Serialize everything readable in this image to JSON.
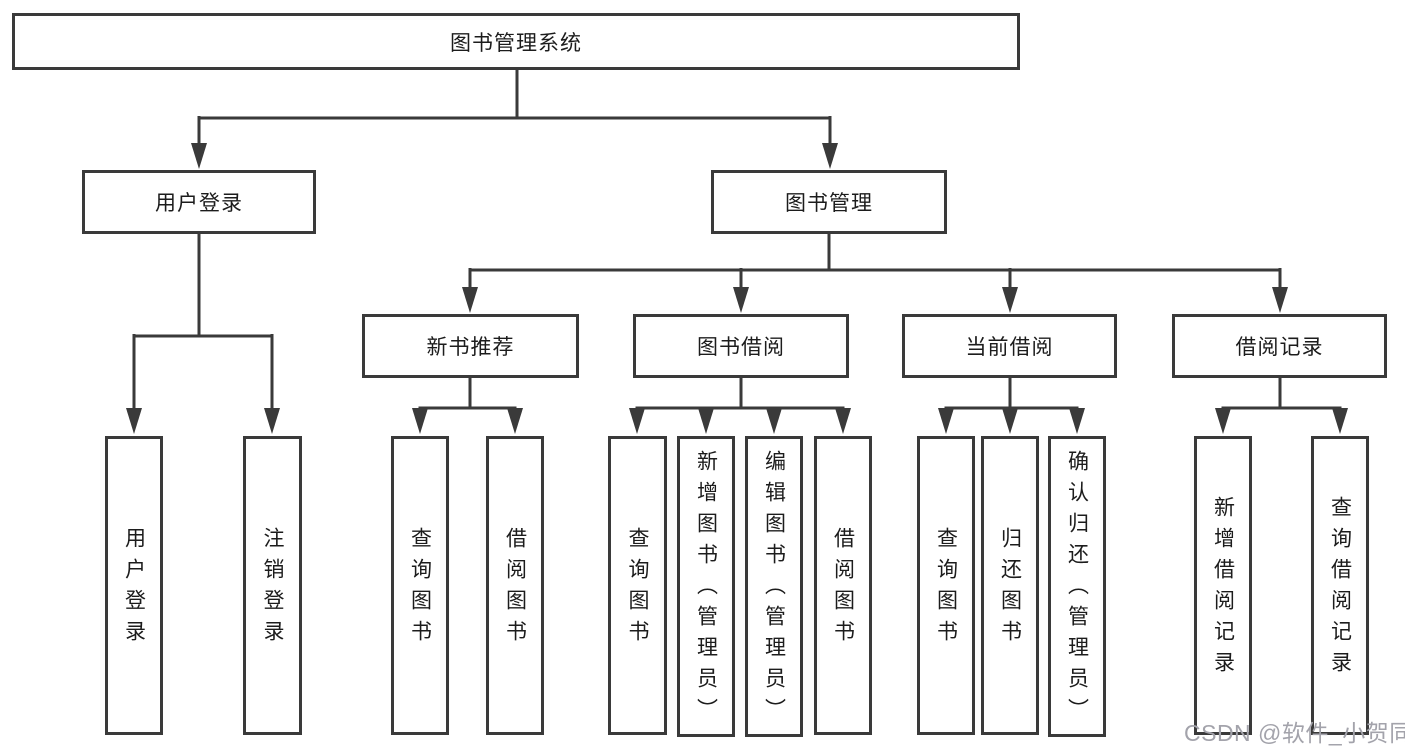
{
  "diagram": {
    "root": {
      "label": "图书管理系统"
    },
    "branches": [
      {
        "label": "用户登录",
        "children": [
          {
            "label": "用户登录"
          },
          {
            "label": "注销登录"
          }
        ]
      },
      {
        "label": "图书管理",
        "children": [
          {
            "label": "新书推荐",
            "children": [
              {
                "label": "查询图书"
              },
              {
                "label": "借阅图书"
              }
            ]
          },
          {
            "label": "图书借阅",
            "children": [
              {
                "label": "查询图书"
              },
              {
                "label": "新增图书（管理员）"
              },
              {
                "label": "编辑图书（管理员）"
              },
              {
                "label": "借阅图书"
              }
            ]
          },
          {
            "label": "当前借阅",
            "children": [
              {
                "label": "查询图书"
              },
              {
                "label": "归还图书"
              },
              {
                "label": "确认归还（管理员）"
              }
            ]
          },
          {
            "label": "借阅记录",
            "children": [
              {
                "label": "新增借阅记录"
              },
              {
                "label": "查询借阅记录"
              }
            ]
          }
        ]
      }
    ]
  },
  "watermark": {
    "text": "CSDN @软件_小贺同学"
  },
  "colors": {
    "line": "#3a3a3a",
    "text": "#1c1c1c",
    "watermark": "#a3a3ab",
    "background": "#ffffff"
  }
}
